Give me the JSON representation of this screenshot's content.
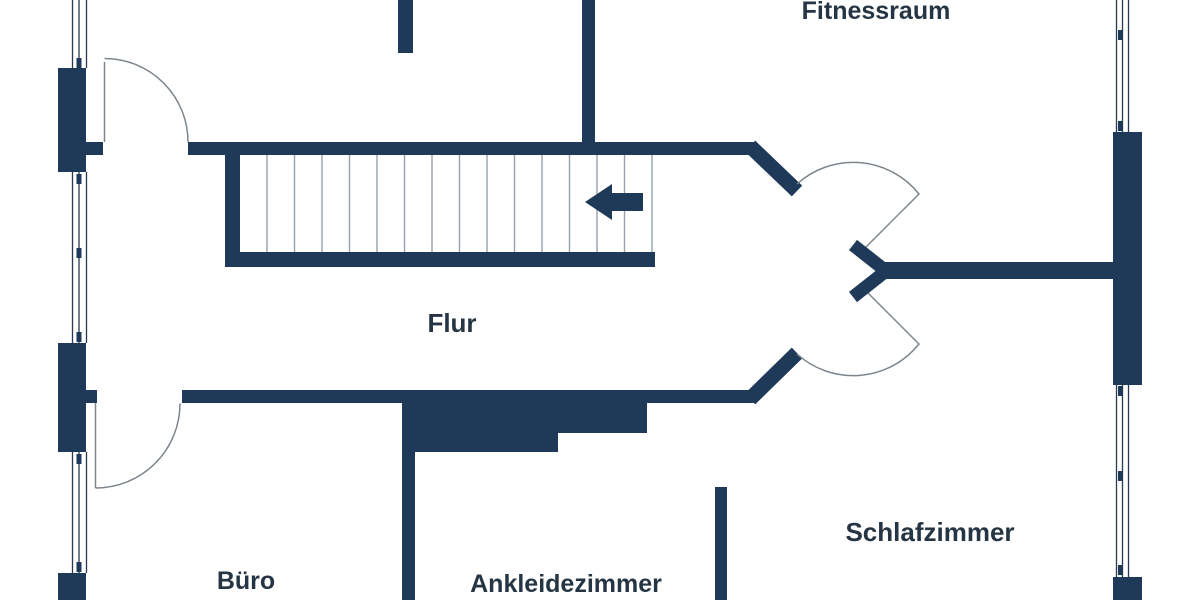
{
  "plan": {
    "rooms": {
      "fitnessraum": {
        "label": "Fitnessraum"
      },
      "flur": {
        "label": "Flur"
      },
      "buero": {
        "label": "Büro"
      },
      "ankleidezimmer": {
        "label": "Ankleidezimmer"
      },
      "schlafzimmer": {
        "label": "Schlafzimmer"
      }
    },
    "icons": {
      "stair_direction_arrow": "arrow-left"
    },
    "colors": {
      "wall": "#1f3a59",
      "label": "#253544",
      "stair_tread": "#98a1ab",
      "door_swing": "#7d858d",
      "window_line": "#2a3a4e",
      "background": "#ffffff"
    }
  }
}
